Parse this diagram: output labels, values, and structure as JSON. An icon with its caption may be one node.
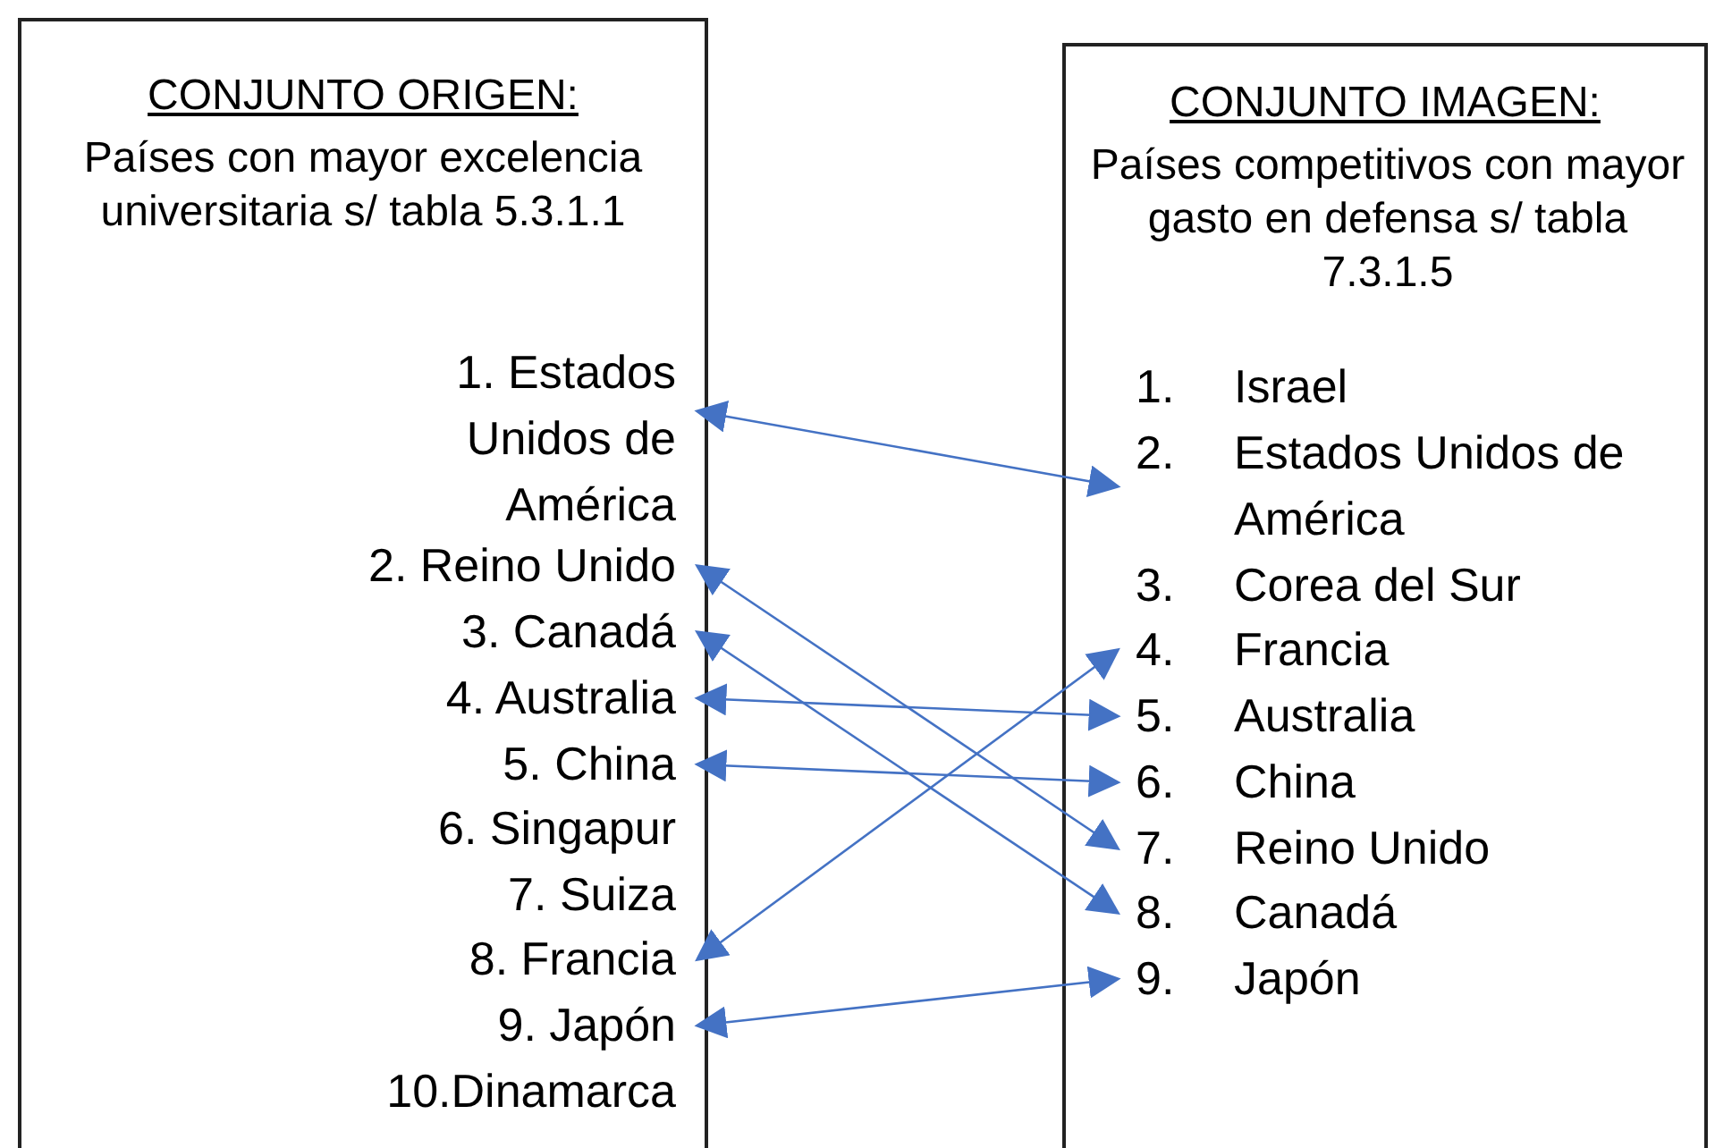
{
  "diagram": {
    "nodes": [
      {
        "text": [
          "CONJUNTO ORIGEN:",
          "Países con mayor excelencia universitaria s/ tabla 5.3.1.1"
        ]
      },
      {
        "text": [
          "1. Estados Unidos de América"
        ],
        "in": 0
      },
      {
        "text": [
          "2. Reino Unido"
        ],
        "in": 0
      },
      {
        "text": [
          "3. Canadá"
        ],
        "in": 0
      },
      {
        "text": [
          "4. Australia"
        ],
        "in": 0
      },
      {
        "text": [
          "5. China"
        ],
        "in": 0
      },
      {
        "text": [
          "6. Singapur"
        ],
        "in": 0
      },
      {
        "text": [
          "7. Suiza"
        ],
        "in": 0
      },
      {
        "text": [
          "8. Francia"
        ],
        "in": 0
      },
      {
        "text": [
          "9. Japón"
        ],
        "in": 0
      },
      {
        "text": [
          "10.Dinamarca"
        ],
        "in": 0
      },
      {
        "text": [
          "CONJUNTO IMAGEN:",
          "Países competitivos con mayor gasto en defensa s/ tabla 7.3.1.5"
        ]
      },
      {
        "text": [
          "1. Israel"
        ],
        "in": 11
      },
      {
        "text": [
          "2. Estados Unidos de América"
        ],
        "in": 11
      },
      {
        "text": [
          "3. Corea del Sur"
        ],
        "in": 11
      },
      {
        "text": [
          "4. Francia"
        ],
        "in": 11
      },
      {
        "text": [
          "5. Australia"
        ],
        "in": 11
      },
      {
        "text": [
          "6. China"
        ],
        "in": 11
      },
      {
        "text": [
          "7. Reino Unido"
        ],
        "in": 11
      },
      {
        "text": [
          "8. Canadá"
        ],
        "in": 11
      },
      {
        "text": [
          "9. Japón"
        ],
        "in": 11
      }
    ],
    "edges": [
      {
        "from": 1,
        "to": 13,
        "arrow": "both"
      },
      {
        "from": 2,
        "to": 18,
        "arrow": "both"
      },
      {
        "from": 3,
        "to": 19,
        "arrow": "both"
      },
      {
        "from": 4,
        "to": 16,
        "arrow": "both"
      },
      {
        "from": 5,
        "to": 17,
        "arrow": "both"
      },
      {
        "from": 8,
        "to": 15,
        "arrow": "both"
      },
      {
        "from": 9,
        "to": 20,
        "arrow": "both"
      }
    ]
  }
}
